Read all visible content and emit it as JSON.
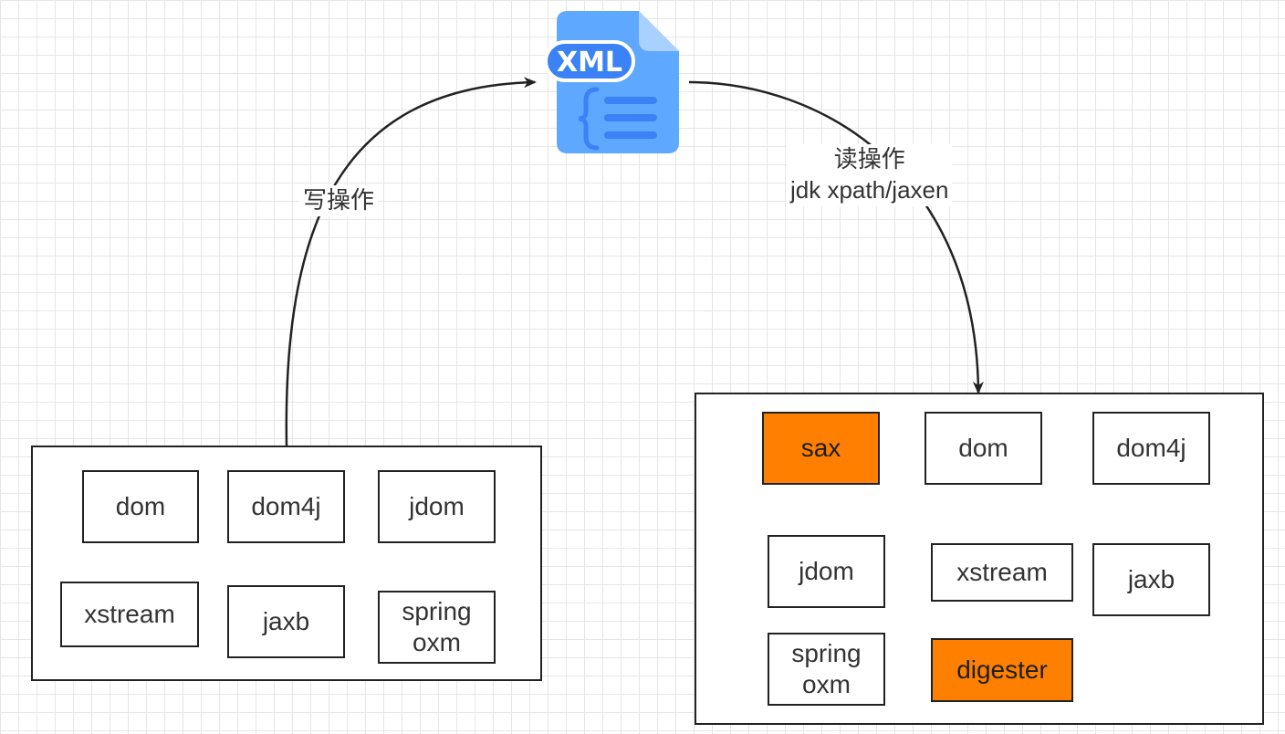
{
  "xml_icon": {
    "badge_text": "XML",
    "colors": {
      "body": "#5fa8ff",
      "fold": "#a9d0ff",
      "badge": "#3b82f6",
      "lines": "#3b82f6"
    }
  },
  "edges": {
    "write": {
      "label": "写操作"
    },
    "read": {
      "label_line1": "读操作",
      "label_line2": "jdk xpath/jaxen"
    }
  },
  "write_group": {
    "nodes": [
      {
        "id": "w-dom",
        "label": "dom",
        "highlight": false
      },
      {
        "id": "w-dom4j",
        "label": "dom4j",
        "highlight": false
      },
      {
        "id": "w-jdom",
        "label": "jdom",
        "highlight": false
      },
      {
        "id": "w-xstream",
        "label": "xstream",
        "highlight": false
      },
      {
        "id": "w-jaxb",
        "label": "jaxb",
        "highlight": false
      },
      {
        "id": "w-spring",
        "label": "spring\noxm",
        "highlight": false
      }
    ]
  },
  "read_group": {
    "nodes": [
      {
        "id": "r-sax",
        "label": "sax",
        "highlight": true
      },
      {
        "id": "r-dom",
        "label": "dom",
        "highlight": false
      },
      {
        "id": "r-dom4j",
        "label": "dom4j",
        "highlight": false
      },
      {
        "id": "r-jdom",
        "label": "jdom",
        "highlight": false
      },
      {
        "id": "r-xstream",
        "label": "xstream",
        "highlight": false
      },
      {
        "id": "r-jaxb",
        "label": "jaxb",
        "highlight": false
      },
      {
        "id": "r-spring",
        "label": "spring\noxm",
        "highlight": false
      },
      {
        "id": "r-digester",
        "label": "digester",
        "highlight": true
      }
    ]
  },
  "colors": {
    "highlight": "#ff8000",
    "stroke": "#222222"
  }
}
